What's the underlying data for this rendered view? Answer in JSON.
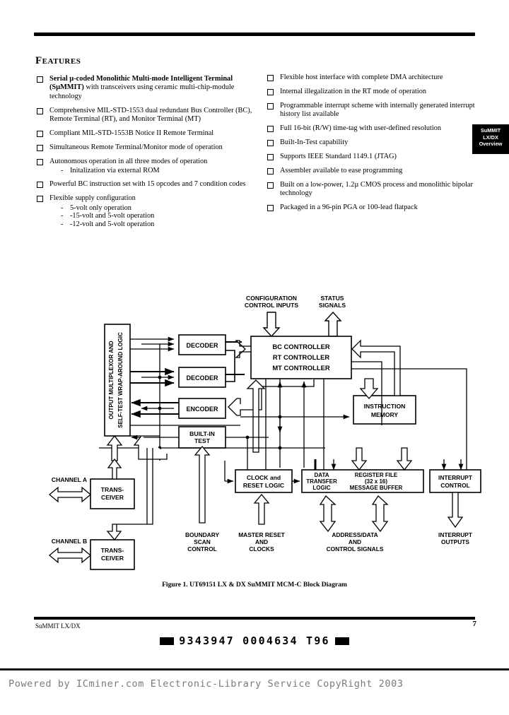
{
  "document": {
    "section_title": "Features",
    "side_tab": [
      "SuMMIT",
      "LX/DX",
      "Overview"
    ],
    "figure_caption": "Figure 1. UT69151 LX & DX SuMMIT MCM-C Block Diagram",
    "footer_left": "SuMMIT LX/DX",
    "page_number": "7",
    "barcode_text": "9343947 0004634 T96",
    "watermark": "Powered by ICminer.com Electronic-Library Service CopyRight 2003"
  },
  "features_left": [
    {
      "bold": true,
      "text": "Serial µ-coded Monolithic Multi-mode Intelligent Terminal (SµMMIT)",
      "text_regular": " with transceivers using ceramic multi-chip-module technology",
      "subs": []
    },
    {
      "bold": false,
      "text": "Comprehensive MIL-STD-1553 dual redundant Bus Controller (BC), Remote Terminal (RT), and Monitor Terminal (MT)",
      "text_regular": "",
      "subs": []
    },
    {
      "bold": false,
      "text": "Compliant MIL-STD-1553B Notice II Remote Terminal",
      "text_regular": "",
      "subs": []
    },
    {
      "bold": false,
      "text": "Simultaneous Remote Terminal/Monitor mode of operation",
      "text_regular": "",
      "subs": []
    },
    {
      "bold": false,
      "text": "Autonomous operation in all three modes of operation",
      "text_regular": "",
      "subs": [
        "Initalization via external ROM"
      ]
    },
    {
      "bold": false,
      "text": "Powerful BC instruction set with 15 opcodes and 7 condition codes",
      "text_regular": "",
      "subs": []
    },
    {
      "bold": false,
      "text": "Flexible supply configuration",
      "text_regular": "",
      "subs": [
        "5-volt only operation",
        "-15-volt and 5-volt operation",
        "-12-volt and 5-volt operation"
      ]
    }
  ],
  "features_right": [
    {
      "text": "Flexible host interface with complete DMA architecture"
    },
    {
      "text": "Internal illegalization in the RT mode of operation"
    },
    {
      "text": "Programmable interrupt scheme with internally generated interrupt history list available"
    },
    {
      "text": "Full 16-bit (R/W) time-tag with user-defined resolution"
    },
    {
      "text": "Built-In-Test capability"
    },
    {
      "text": "Supports IEEE Standard 1149.1 (JTAG)"
    },
    {
      "text": "Assembler available to ease programming"
    },
    {
      "text": "Built on a low-power, 1.2µ CMOS process and monolithic bipolar technology"
    },
    {
      "text": "Packaged in a 96-pin PGA or 100-lead flatpack"
    }
  ],
  "diagram": {
    "blocks": {
      "mux": "OUTPUT MULTIPLEXOR AND SELF-TEST WRAP-AROUND LOGIC",
      "decoder1": "DECODER",
      "decoder2": "DECODER",
      "encoder": "ENCODER",
      "bit_l1": "BUILT-IN",
      "bit_l2": "TEST",
      "controller_l1": "BC CONTROLLER",
      "controller_l2": "RT CONTROLLER",
      "controller_l3": "MT CONTROLLER",
      "instr_l1": "INSTRUCTION",
      "instr_l2": "MEMORY",
      "clock_l1": "CLOCK and",
      "clock_l2": "RESET LOGIC",
      "dtl_l1": "DATA",
      "dtl_l2": "TRANSFER",
      "dtl_l3": "LOGIC",
      "reg_l1": "REGISTER FILE",
      "reg_l2": "(32 x 16)",
      "reg_l3": "MESSAGE BUFFER",
      "intr_l1": "INTERRUPT",
      "intr_l2": "CONTROL",
      "xcvr_a_l1": "TRANS-",
      "xcvr_a_l2": "CEIVER",
      "xcvr_b_l1": "TRANS-",
      "xcvr_b_l2": "CEIVER"
    },
    "labels": {
      "config_l1": "CONFIGURATION",
      "config_l2": "CONTROL INPUTS",
      "status_l1": "STATUS",
      "status_l2": "SIGNALS",
      "channel_a": "CHANNEL A",
      "channel_b": "CHANNEL B",
      "boundary_l1": "BOUNDARY",
      "boundary_l2": "SCAN",
      "boundary_l3": "CONTROL",
      "master_l1": "MASTER RESET",
      "master_l2": "AND",
      "master_l3": "CLOCKS",
      "addr_l1": "ADDRESS/DATA",
      "addr_l2": "AND",
      "addr_l3": "CONTROL SIGNALS",
      "int_out_l1": "INTERRUPT",
      "int_out_l2": "OUTPUTS"
    }
  }
}
